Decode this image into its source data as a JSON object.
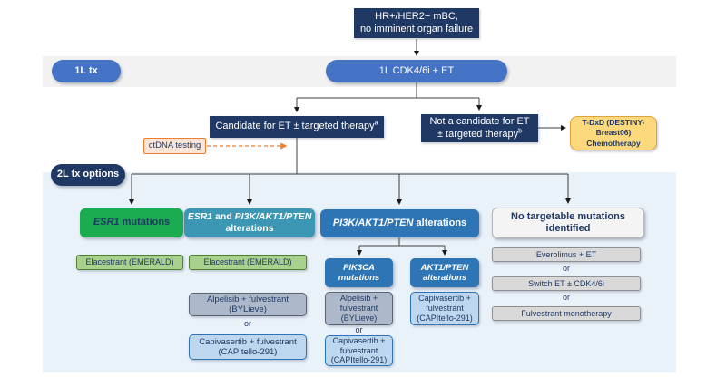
{
  "colors": {
    "navy": "#1f3864",
    "blue": "#4472c4",
    "green": "#1bab50",
    "light_green": "#a9d18e",
    "teal": "#3b97b3",
    "med_blue": "#2e75b6",
    "light_blue": "#bdd7ee",
    "gray_blue": "#adb9ca",
    "gray": "#d9d9d9",
    "gold": "#fcd97c",
    "peach": "#fbe5d6",
    "orange": "#ed7d31",
    "band_1l": "#f2f2f2",
    "band_2l": "#e9f1f9"
  },
  "root_box": {
    "line1": "HR+/HER2− mBC,",
    "line2": "no imminent organ failure"
  },
  "first_line": {
    "band_label": "1L tx",
    "treatment": "1L CDK4/6i + ET"
  },
  "decision": {
    "candidate": {
      "text": "Candidate for ET ± targeted therapy",
      "sup": "a"
    },
    "not_candidate": {
      "line1": "Not a candidate for ET",
      "line2": "± targeted therapy",
      "sup": "b"
    },
    "ctdna_label": "ctDNA testing",
    "tdxd": {
      "line1": "T-DxD (DESTINY-",
      "line2": "Breast06)",
      "line3": "Chemotherapy"
    }
  },
  "second_line": {
    "band_label": "2L tx options"
  },
  "col1": {
    "header": {
      "gene": "ESR1",
      "rest": " mutations"
    },
    "option1": "Elacestrant (EMERALD)"
  },
  "col2": {
    "header": {
      "gene1": "ESR1",
      "mid": " and ",
      "gene2": "PI3K/AKT1/PTEN",
      "line2": "alterations"
    },
    "option1": "Elacestrant (EMERALD)",
    "option2": "Alpelisib + fulvestrant (BYLieve)",
    "or1": "or",
    "option3": {
      "line1": "Capivasertib + fulvestrant",
      "line2": "(CAPItello-291)"
    }
  },
  "col3": {
    "header": {
      "gene": "PI3K/AKT1/PTEN",
      "rest": " alterations"
    },
    "sub_left": {
      "line1": "PIK3CA",
      "line2": "mutations"
    },
    "sub_right": {
      "line1": "AKT1/PTEN",
      "line2": "alterations"
    },
    "left_option1": {
      "line1": "Alpelisib +",
      "line2": "fulvestrant",
      "line3": "(BYLieve)"
    },
    "or": "or",
    "left_option2": {
      "line1": "Capivasertib +",
      "line2": "fulvestrant",
      "line3": "(CAPItello-291)"
    },
    "right_option1": {
      "line1": "Capivasertib +",
      "line2": "fulvestrant",
      "line3": "(CAPItello-291)"
    }
  },
  "col4": {
    "header": {
      "line1": "No targetable mutations",
      "line2": "identified"
    },
    "option1": "Everolimus + ET",
    "or1": "or",
    "option2": "Switch ET ± CDK4/6i",
    "or2": "or",
    "option3": "Fulvestrant monotherapy"
  }
}
